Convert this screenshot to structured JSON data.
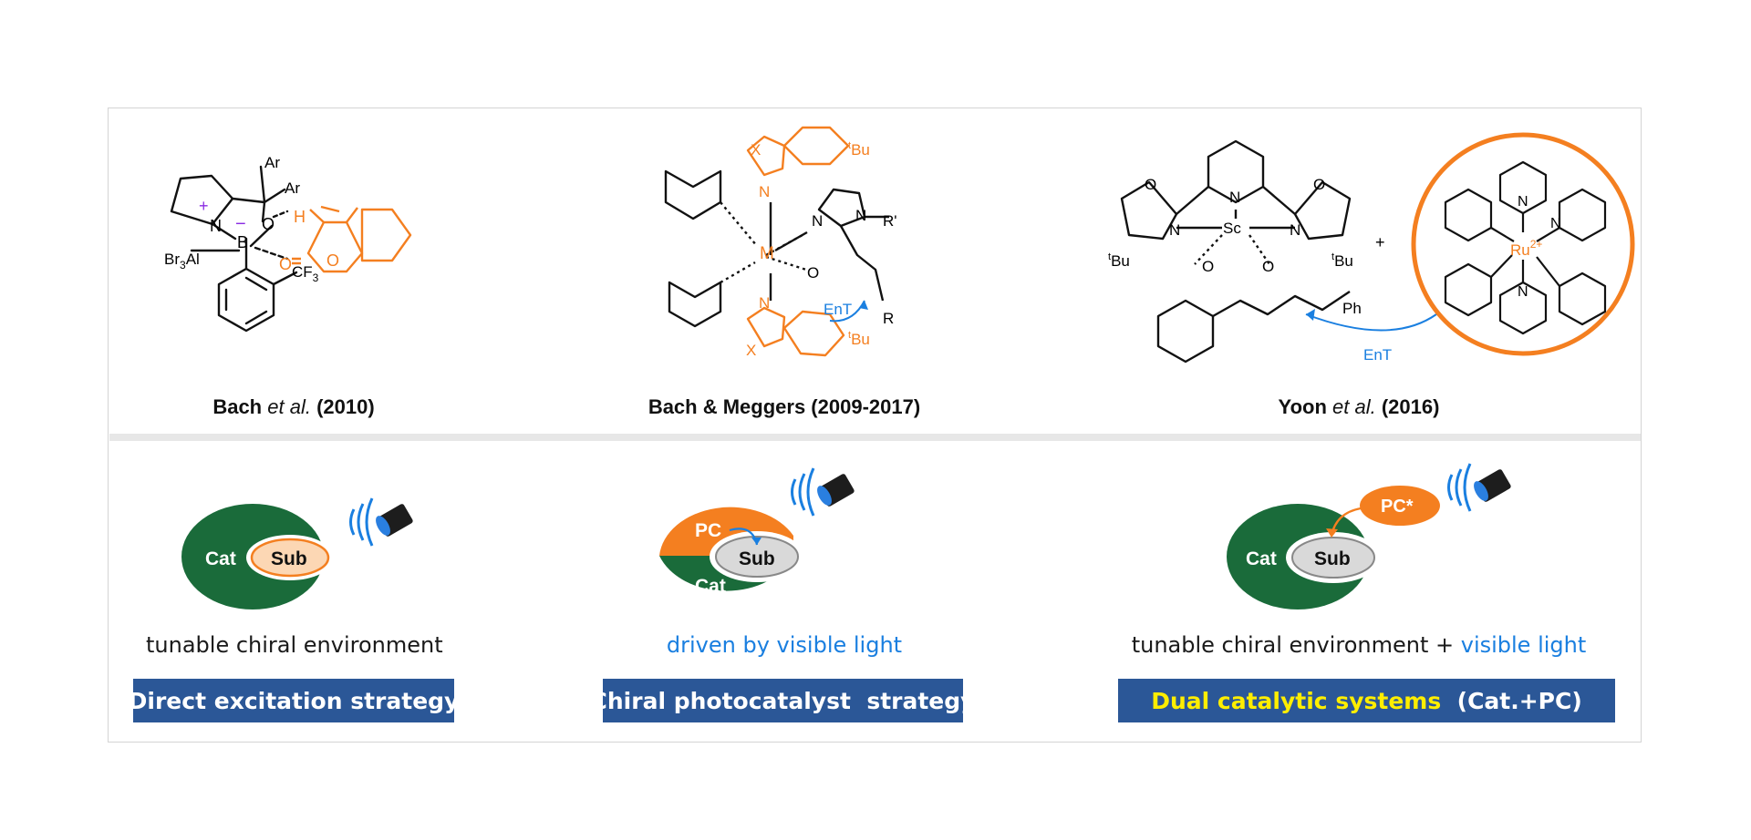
{
  "colors": {
    "dark_green": "#1a6b3a",
    "orange": "#f47f20",
    "blue": "#1a7fe0",
    "banner": "#2b5797",
    "highlight": "#ffee00"
  },
  "structures": {
    "bach2010": {
      "caption": {
        "pre": "Bach ",
        "em": "et al.",
        "post": " (2010)"
      },
      "labels": {
        "ar1": "Ar",
        "ar2": "Ar",
        "n": "N",
        "b": "B",
        "o": "O",
        "h": "H",
        "o2": "O",
        "o3": "O",
        "plus": "+",
        "minus": "−",
        "br3al": "Br",
        "br3al_sub": "3",
        "br3al_end": "Al",
        "cf3": "CF",
        "cf3_sub": "3"
      }
    },
    "bach_meggers": {
      "caption": "Bach & Meggers (2009-2017)",
      "labels": {
        "x1": "X",
        "n1": "N",
        "tbu1": "Bu",
        "tbu1_sup": "t",
        "m": "M",
        "n_im": "N",
        "n_im2": "N",
        "r_prime": "R'",
        "o": "O",
        "ent": "EnT",
        "r": "R",
        "n2": "N",
        "x2": "X",
        "tbu2": "Bu",
        "tbu2_sup": "t"
      }
    },
    "yoon2016": {
      "caption": {
        "pre": "Yoon ",
        "em": "et al.",
        "post": " (2016)"
      },
      "labels": {
        "o1": "O",
        "o2": "O",
        "n1": "N",
        "n2": "N",
        "n3": "N",
        "sc": "Sc",
        "tbu1": "Bu",
        "tbu1_sup": "t",
        "tbu2": "Bu",
        "tbu2_sup": "t",
        "o3": "O",
        "o4": "O",
        "ph": "Ph",
        "plus": "+",
        "ent": "EnT",
        "ru": "Ru",
        "ru_sup": "2+",
        "rn1": "N",
        "rn2": "N",
        "rn3": "N"
      }
    }
  },
  "strategies": {
    "direct": {
      "cat": "Cat",
      "sub": "Sub",
      "description": "tunable chiral environment",
      "banner": "Direct excitation strategy"
    },
    "chiral_pc": {
      "pc": "PC",
      "sub": "Sub",
      "cat": "Cat",
      "description": "driven by visible light",
      "banner": "Chiral photocatalyst  strategy"
    },
    "dual": {
      "pc": "PC*",
      "cat": "Cat",
      "sub": "Sub",
      "description_a": "tunable chiral environment",
      "description_plus": " + ",
      "description_b": "visible light",
      "banner_a": "Dual catalytic systems",
      "banner_b": "  (Cat.+PC)"
    }
  }
}
